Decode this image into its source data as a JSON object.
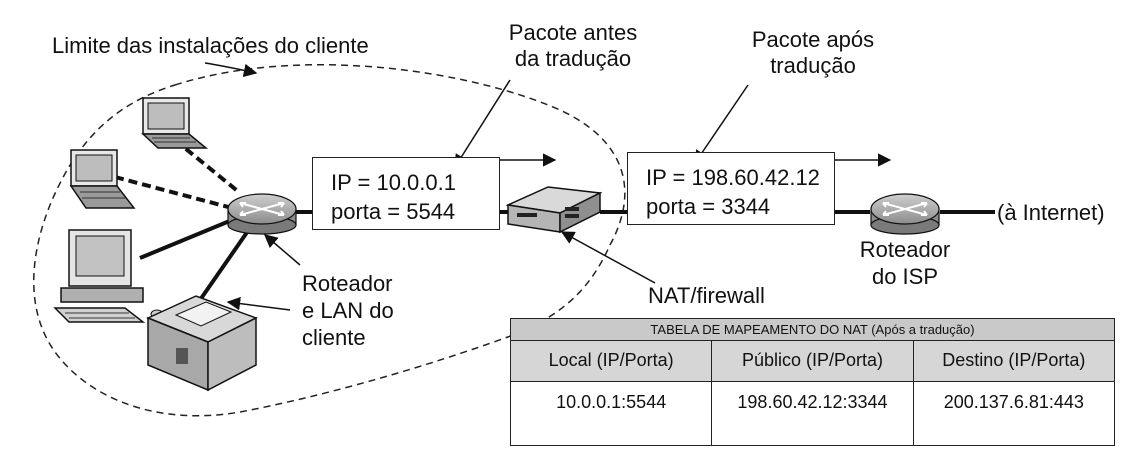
{
  "labels": {
    "premises_limit": "Limite das instalações do cliente",
    "packet_before_l1": "Pacote antes",
    "packet_before_l2": "da tradução",
    "packet_after_l1": "Pacote após",
    "packet_after_l2": "tradução",
    "customer_router_l1": "Roteador",
    "customer_router_l2": "e LAN do",
    "customer_router_l3": "cliente",
    "nat_firewall": "NAT/firewall",
    "isp_router_l1": "Roteador",
    "isp_router_l2": "do ISP",
    "internet": "(à Internet)"
  },
  "packet_before": {
    "ip": "IP = 10.0.0.1",
    "port": "porta = 5544"
  },
  "packet_after": {
    "ip": "IP = 198.60.42.12",
    "port": "porta = 3344"
  },
  "nat_table": {
    "caption": "TABELA DE MAPEAMENTO DO NAT (Após a tradução)",
    "headers": [
      "Local (IP/Porta)",
      "Público (IP/Porta)",
      "Destino (IP/Porta)"
    ],
    "rows": [
      [
        "10.0.0.1:5544",
        "198.60.42.12:3344",
        "200.137.6.81:443"
      ]
    ]
  },
  "icons": [
    "laptop-icon",
    "desktop-computer-icon",
    "printer-icon",
    "router-icon",
    "nat-firewall-box-icon"
  ]
}
